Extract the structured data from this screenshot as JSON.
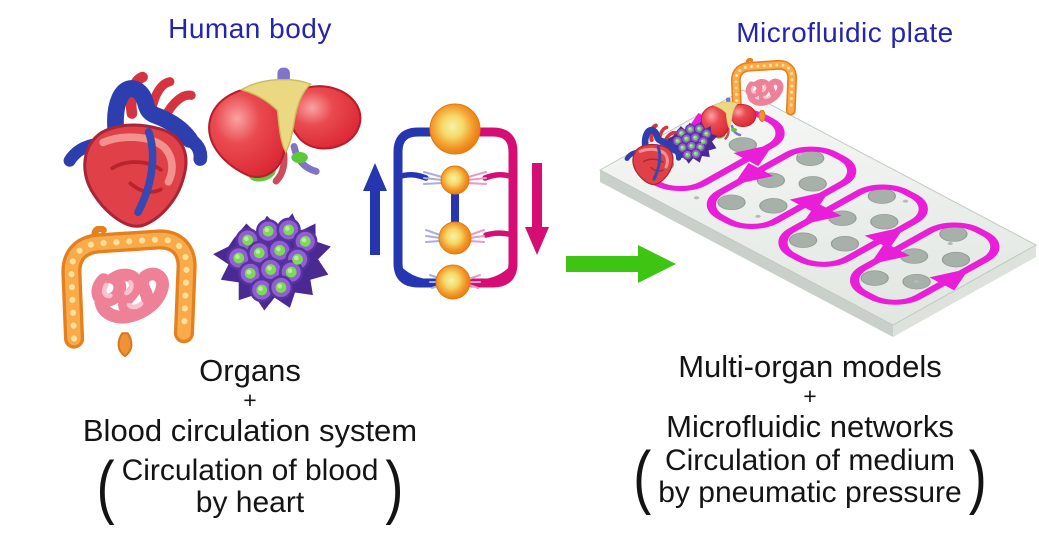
{
  "left": {
    "title": "Human body",
    "organs": [
      "heart",
      "liver",
      "intestine",
      "cell cluster"
    ],
    "caption": {
      "line1": "Organs",
      "plus": "+",
      "line2": "Blood circulation system",
      "paren_open": "(",
      "paren_line1": "Circulation of blood",
      "paren_line2": "by heart",
      "paren_close": ")"
    }
  },
  "right": {
    "title": "Microfluidic plate",
    "caption": {
      "line1": "Multi-organ models",
      "plus": "+",
      "line2": "Microfluidic networks",
      "paren_open": "(",
      "paren_line1": "Circulation of medium",
      "paren_line2": "by pneumatic pressure",
      "paren_close": ")"
    }
  },
  "colors": {
    "title_blue": "#2424af",
    "text_black": "#141414",
    "channel_magenta": "#ea1ed8",
    "arrow_green": "#3ec513",
    "circuit_blue": "#2636b0",
    "circuit_crimson": "#d60d72",
    "node_orange": "#f29a22",
    "node_core": "#f6f3a6",
    "capillary_blue": "#a9aede",
    "capillary_pink": "#e59cc8",
    "plate_top": "#eef1ed",
    "plate_side": "#c9d0c9",
    "well_gray": "#a7b1a9",
    "heart_red": "#e04048",
    "liver_red": "#dd2533",
    "intestine_orange": "#e5801e",
    "cluster_purple": "#4a2a92",
    "nucleus_green": "#7ed957"
  }
}
